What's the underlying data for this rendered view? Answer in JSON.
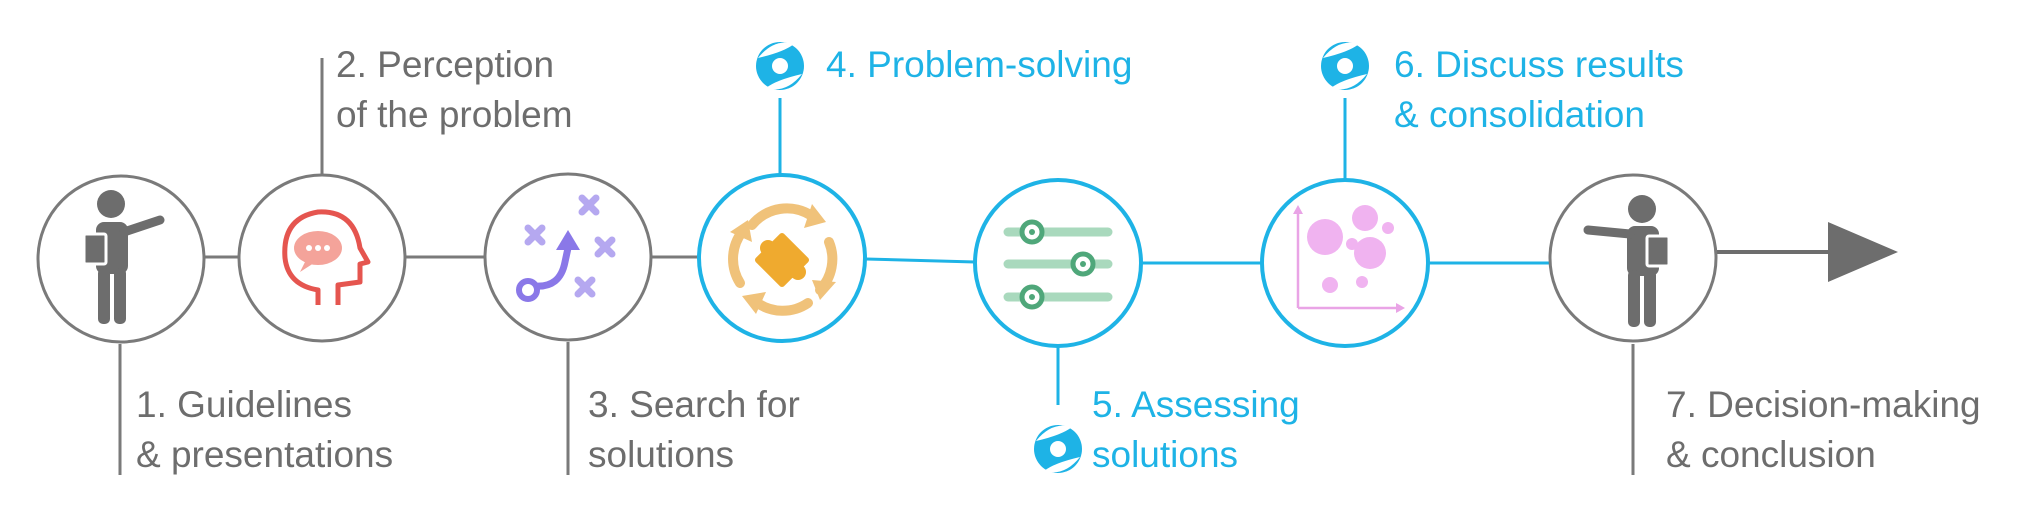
{
  "colors": {
    "grey": "#6d6d6d",
    "line_grey": "#7a7a7a",
    "blue": "#1eb3e6",
    "red": "#e5554f",
    "purple": "#8a78e8",
    "lavender": "#b5a8f0",
    "gold": "#f0c27a",
    "orange": "#efaa2f",
    "green": "#a9d9bd",
    "dark_green": "#4fa77a",
    "pink": "#e9a4e6",
    "light_pink": "#f0b3f0"
  },
  "steps": [
    {
      "id": 1,
      "line1": "1. Guidelines",
      "line2": "& presentations",
      "highlight": false,
      "icon": "presenter-icon",
      "label_position": "below"
    },
    {
      "id": 2,
      "line1": "2. Perception",
      "line2": "of the problem",
      "highlight": false,
      "icon": "head-speech-icon",
      "label_position": "above"
    },
    {
      "id": 3,
      "line1": "3. Search for",
      "line2": "solutions",
      "highlight": false,
      "icon": "strategy-icon",
      "label_position": "below"
    },
    {
      "id": 4,
      "line1": "4. Problem-solving",
      "line2": "",
      "highlight": true,
      "icon": "puzzle-cycle-icon",
      "label_position": "above"
    },
    {
      "id": 5,
      "line1": "5. Assessing",
      "line2": "solutions",
      "highlight": true,
      "icon": "sliders-icon",
      "label_position": "below"
    },
    {
      "id": 6,
      "line1": "6. Discuss results",
      "line2": "& consolidation",
      "highlight": true,
      "icon": "bubble-chart-icon",
      "label_position": "above"
    },
    {
      "id": 7,
      "line1": "7. Decision-making",
      "line2": "& conclusion",
      "highlight": false,
      "icon": "presenter-icon",
      "label_position": "below"
    }
  ],
  "badge_icon": "swirl-icon"
}
